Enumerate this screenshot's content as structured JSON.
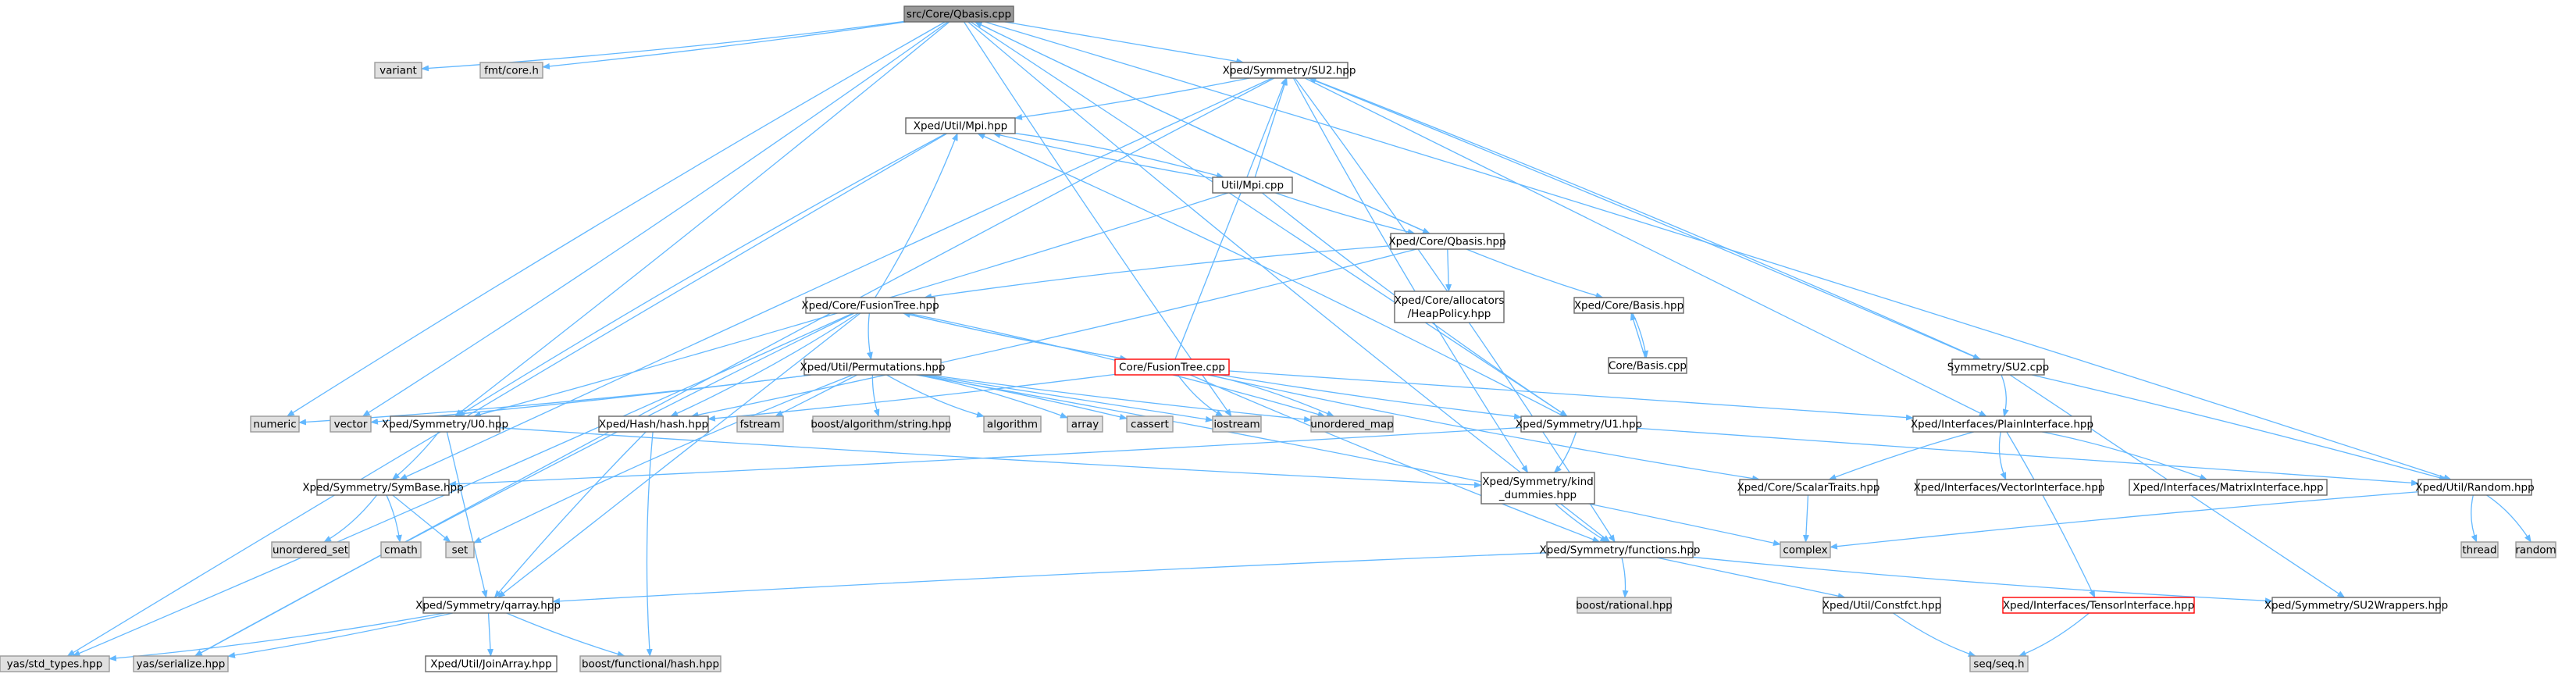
{
  "colors": {
    "root_fill": "#999999",
    "root_stroke": "#666666",
    "internal_fill": "#ffffff",
    "internal_stroke": "#666666",
    "external_fill": "#e0e0e0",
    "external_stroke": "#999999",
    "highlight_stroke": "#ff0000",
    "edge": "#63b8ff",
    "text": "#000000"
  },
  "nodes": [
    {
      "id": "root",
      "lines": [
        "src/Core/Qbasis.cpp"
      ],
      "kind": "root"
    },
    {
      "id": "variant",
      "lines": [
        "variant"
      ],
      "kind": "external"
    },
    {
      "id": "fmt",
      "lines": [
        "fmt/core.h"
      ],
      "kind": "external"
    },
    {
      "id": "su2hpp",
      "lines": [
        "Xped/Symmetry/SU2.hpp"
      ],
      "kind": "internal"
    },
    {
      "id": "mpihpp",
      "lines": [
        "Xped/Util/Mpi.hpp"
      ],
      "kind": "internal"
    },
    {
      "id": "mpicpp",
      "lines": [
        "Util/Mpi.cpp"
      ],
      "kind": "internal"
    },
    {
      "id": "qbasishpp",
      "lines": [
        "Xped/Core/Qbasis.hpp"
      ],
      "kind": "internal"
    },
    {
      "id": "heappolicy",
      "lines": [
        "Xped/Core/allocators",
        "/HeapPolicy.hpp"
      ],
      "kind": "internal"
    },
    {
      "id": "basishpp",
      "lines": [
        "Xped/Core/Basis.hpp"
      ],
      "kind": "internal"
    },
    {
      "id": "basiscpp",
      "lines": [
        "Core/Basis.cpp"
      ],
      "kind": "internal"
    },
    {
      "id": "fusiontreehpp",
      "lines": [
        "Xped/Core/FusionTree.hpp"
      ],
      "kind": "internal"
    },
    {
      "id": "permutations",
      "lines": [
        "Xped/Util/Permutations.hpp"
      ],
      "kind": "internal"
    },
    {
      "id": "fusiontreecpp",
      "lines": [
        "Core/FusionTree.cpp"
      ],
      "kind": "highlight"
    },
    {
      "id": "su2cpp",
      "lines": [
        "Symmetry/SU2.cpp"
      ],
      "kind": "internal"
    },
    {
      "id": "numeric",
      "lines": [
        "numeric"
      ],
      "kind": "external"
    },
    {
      "id": "vector",
      "lines": [
        "vector"
      ],
      "kind": "external"
    },
    {
      "id": "u0hpp",
      "lines": [
        "Xped/Symmetry/U0.hpp"
      ],
      "kind": "internal"
    },
    {
      "id": "hashhpp",
      "lines": [
        "Xped/Hash/hash.hpp"
      ],
      "kind": "internal"
    },
    {
      "id": "fstream",
      "lines": [
        "fstream"
      ],
      "kind": "external"
    },
    {
      "id": "boostalgo",
      "lines": [
        "boost/algorithm/string.hpp"
      ],
      "kind": "external"
    },
    {
      "id": "algorithm",
      "lines": [
        "algorithm"
      ],
      "kind": "external"
    },
    {
      "id": "array",
      "lines": [
        "array"
      ],
      "kind": "external"
    },
    {
      "id": "cassert",
      "lines": [
        "cassert"
      ],
      "kind": "external"
    },
    {
      "id": "iostream",
      "lines": [
        "iostream"
      ],
      "kind": "external"
    },
    {
      "id": "unorderedmap",
      "lines": [
        "unordered_map"
      ],
      "kind": "external"
    },
    {
      "id": "u1hpp",
      "lines": [
        "Xped/Symmetry/U1.hpp"
      ],
      "kind": "internal"
    },
    {
      "id": "plaininterface",
      "lines": [
        "Xped/Interfaces/PlainInterface.hpp"
      ],
      "kind": "internal"
    },
    {
      "id": "symbase",
      "lines": [
        "Xped/Symmetry/SymBase.hpp"
      ],
      "kind": "internal"
    },
    {
      "id": "kinddummies",
      "lines": [
        "Xped/Symmetry/kind",
        "_dummies.hpp"
      ],
      "kind": "internal"
    },
    {
      "id": "scalartraits",
      "lines": [
        "Xped/Core/ScalarTraits.hpp"
      ],
      "kind": "internal"
    },
    {
      "id": "vectorinterface",
      "lines": [
        "Xped/Interfaces/VectorInterface.hpp"
      ],
      "kind": "internal"
    },
    {
      "id": "matrixinterface",
      "lines": [
        "Xped/Interfaces/MatrixInterface.hpp"
      ],
      "kind": "internal"
    },
    {
      "id": "random",
      "lines": [
        "Xped/Util/Random.hpp"
      ],
      "kind": "internal"
    },
    {
      "id": "unorderedset",
      "lines": [
        "unordered_set"
      ],
      "kind": "external"
    },
    {
      "id": "cmath",
      "lines": [
        "cmath"
      ],
      "kind": "external"
    },
    {
      "id": "set",
      "lines": [
        "set"
      ],
      "kind": "external"
    },
    {
      "id": "complex",
      "lines": [
        "complex"
      ],
      "kind": "external"
    },
    {
      "id": "functions",
      "lines": [
        "Xped/Symmetry/functions.hpp"
      ],
      "kind": "internal"
    },
    {
      "id": "thread",
      "lines": [
        "thread"
      ],
      "kind": "external"
    },
    {
      "id": "randomstd",
      "lines": [
        "random"
      ],
      "kind": "external"
    },
    {
      "id": "qarray",
      "lines": [
        "Xped/Symmetry/qarray.hpp"
      ],
      "kind": "internal"
    },
    {
      "id": "boostrational",
      "lines": [
        "boost/rational.hpp"
      ],
      "kind": "external"
    },
    {
      "id": "constfct",
      "lines": [
        "Xped/Util/Constfct.hpp"
      ],
      "kind": "internal"
    },
    {
      "id": "tensorinterface",
      "lines": [
        "Xped/Interfaces/TensorInterface.hpp"
      ],
      "kind": "highlight"
    },
    {
      "id": "su2wrappers",
      "lines": [
        "Xped/Symmetry/SU2Wrappers.hpp"
      ],
      "kind": "internal"
    },
    {
      "id": "yastypes",
      "lines": [
        "yas/std_types.hpp"
      ],
      "kind": "external"
    },
    {
      "id": "yasserialize",
      "lines": [
        "yas/serialize.hpp"
      ],
      "kind": "external"
    },
    {
      "id": "joinarray",
      "lines": [
        "Xped/Util/JoinArray.hpp"
      ],
      "kind": "internal"
    },
    {
      "id": "boostfunctional",
      "lines": [
        "boost/functional/hash.hpp"
      ],
      "kind": "external"
    },
    {
      "id": "seq",
      "lines": [
        "seq/seq.h"
      ],
      "kind": "external"
    }
  ],
  "edges": [
    [
      "root",
      "variant"
    ],
    [
      "root",
      "fmt"
    ],
    [
      "root",
      "su2hpp"
    ],
    [
      "root",
      "qbasishpp"
    ],
    [
      "root",
      "numeric"
    ],
    [
      "root",
      "vector"
    ],
    [
      "root",
      "u0hpp"
    ],
    [
      "root",
      "u1hpp"
    ],
    [
      "root",
      "iostream"
    ],
    [
      "root",
      "functions"
    ],
    [
      "root",
      "random"
    ],
    [
      "su2hpp",
      "mpihpp"
    ],
    [
      "su2hpp",
      "symbase"
    ],
    [
      "su2hpp",
      "yasserialize"
    ],
    [
      "su2hpp",
      "kinddummies"
    ],
    [
      "su2hpp",
      "functions"
    ],
    [
      "su2hpp",
      "su2cpp"
    ],
    [
      "su2hpp",
      "plaininterface"
    ],
    [
      "mpihpp",
      "yastypes"
    ],
    [
      "mpihpp",
      "u0hpp"
    ],
    [
      "mpihpp",
      "mpicpp"
    ],
    [
      "mpicpp",
      "mpihpp"
    ],
    [
      "mpicpp",
      "su2hpp"
    ],
    [
      "mpicpp",
      "qbasishpp"
    ],
    [
      "mpicpp",
      "u1hpp"
    ],
    [
      "mpicpp",
      "u0hpp"
    ],
    [
      "qbasishpp",
      "root"
    ],
    [
      "qbasishpp",
      "heappolicy"
    ],
    [
      "qbasishpp",
      "basishpp"
    ],
    [
      "qbasishpp",
      "fusiontreehpp"
    ],
    [
      "qbasishpp",
      "hashhpp"
    ],
    [
      "basishpp",
      "basiscpp"
    ],
    [
      "basiscpp",
      "basishpp"
    ],
    [
      "fusiontreehpp",
      "permutations"
    ],
    [
      "fusiontreehpp",
      "mpihpp"
    ],
    [
      "fusiontreehpp",
      "hashhpp"
    ],
    [
      "fusiontreehpp",
      "yastypes"
    ],
    [
      "fusiontreehpp",
      "qarray"
    ],
    [
      "fusiontreehpp",
      "fusiontreecpp"
    ],
    [
      "fusiontreehpp",
      "yasserialize"
    ],
    [
      "fusiontreehpp",
      "unorderedmap"
    ],
    [
      "fusiontreecpp",
      "fusiontreehpp"
    ],
    [
      "fusiontreecpp",
      "su2hpp"
    ],
    [
      "fusiontreecpp",
      "u1hpp"
    ],
    [
      "fusiontreecpp",
      "iostream"
    ],
    [
      "fusiontreecpp",
      "unorderedmap"
    ],
    [
      "fusiontreecpp",
      "hashhpp"
    ],
    [
      "fusiontreecpp",
      "plaininterface"
    ],
    [
      "fusiontreecpp",
      "functions"
    ],
    [
      "fusiontreecpp",
      "scalartraits"
    ],
    [
      "permutations",
      "numeric"
    ],
    [
      "permutations",
      "vector"
    ],
    [
      "permutations",
      "fstream"
    ],
    [
      "permutations",
      "boostalgo"
    ],
    [
      "permutations",
      "algorithm"
    ],
    [
      "permutations",
      "array"
    ],
    [
      "permutations",
      "cassert"
    ],
    [
      "permutations",
      "iostream"
    ],
    [
      "permutations",
      "unorderedmap"
    ],
    [
      "permutations",
      "set"
    ],
    [
      "permutations",
      "complex"
    ],
    [
      "u0hpp",
      "symbase"
    ],
    [
      "u0hpp",
      "qarray"
    ],
    [
      "u0hpp",
      "kinddummies"
    ],
    [
      "u1hpp",
      "mpihpp"
    ],
    [
      "u1hpp",
      "kinddummies"
    ],
    [
      "u1hpp",
      "symbase"
    ],
    [
      "u1hpp",
      "random"
    ],
    [
      "hashhpp",
      "qarray"
    ],
    [
      "hashhpp",
      "boostfunctional"
    ],
    [
      "symbase",
      "unorderedset"
    ],
    [
      "symbase",
      "cmath"
    ],
    [
      "symbase",
      "set"
    ],
    [
      "kinddummies",
      "functions"
    ],
    [
      "su2cpp",
      "su2hpp"
    ],
    [
      "su2cpp",
      "plaininterface"
    ],
    [
      "su2cpp",
      "random"
    ],
    [
      "su2cpp",
      "su2wrappers"
    ],
    [
      "plaininterface",
      "scalartraits"
    ],
    [
      "plaininterface",
      "vectorinterface"
    ],
    [
      "plaininterface",
      "matrixinterface"
    ],
    [
      "plaininterface",
      "tensorinterface"
    ],
    [
      "scalartraits",
      "complex"
    ],
    [
      "random",
      "complex"
    ],
    [
      "random",
      "thread"
    ],
    [
      "random",
      "randomstd"
    ],
    [
      "functions",
      "boostrational"
    ],
    [
      "functions",
      "constfct"
    ],
    [
      "functions",
      "qarray"
    ],
    [
      "functions",
      "su2wrappers"
    ],
    [
      "qarray",
      "yastypes"
    ],
    [
      "qarray",
      "yasserialize"
    ],
    [
      "qarray",
      "joinarray"
    ],
    [
      "qarray",
      "boostfunctional"
    ],
    [
      "constfct",
      "seq"
    ],
    [
      "tensorinterface",
      "seq"
    ]
  ]
}
